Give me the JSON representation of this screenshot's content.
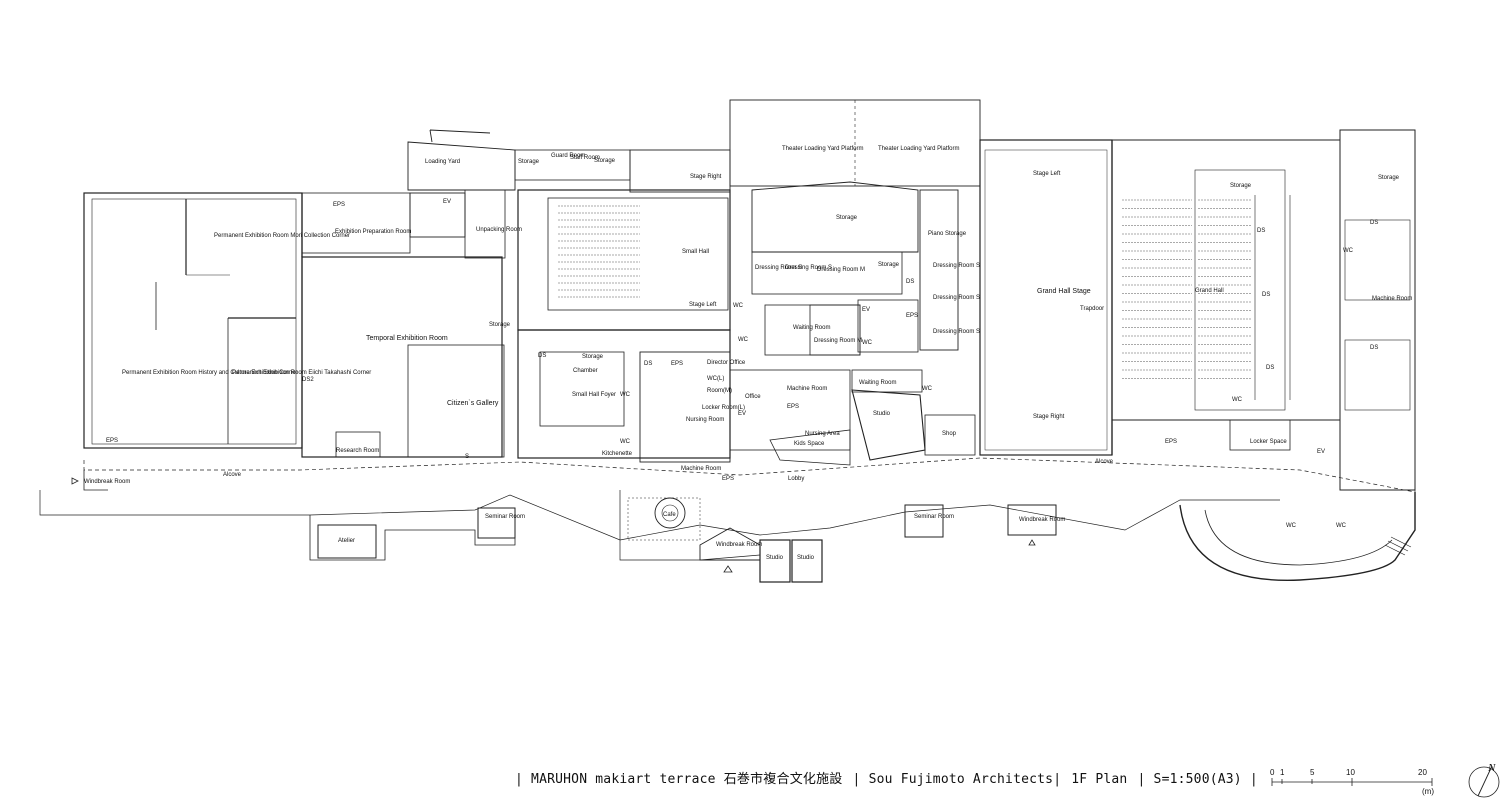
{
  "rooms": [
    {
      "label": "Loading Yard"
    },
    {
      "label": "Storage"
    },
    {
      "label": "Guard Room"
    },
    {
      "label": "Staff Room"
    },
    {
      "label": "Storage"
    },
    {
      "label": "Stage Right"
    },
    {
      "label": "Theater Loading Yard Platform"
    },
    {
      "label": "Theater Loading Yard Platform"
    },
    {
      "label": "Stage Left"
    },
    {
      "label": "Storage"
    },
    {
      "label": "Storage"
    },
    {
      "label": "EPS"
    },
    {
      "label": "EV"
    },
    {
      "label": "Exhibition Preparation Room"
    },
    {
      "label": "Unpacking Room"
    },
    {
      "label": "Permanent Exhibition Room Mori Collection Corner"
    },
    {
      "label": "Small Hall"
    },
    {
      "label": "Storage"
    },
    {
      "label": "Piano Storage"
    },
    {
      "label": "Dressing Room S"
    },
    {
      "label": "Dressing Room S"
    },
    {
      "label": "Dressing Room M"
    },
    {
      "label": "Storage"
    },
    {
      "label": "Dressing Room S"
    },
    {
      "label": "DS"
    },
    {
      "label": "Stage Left"
    },
    {
      "label": "WC"
    },
    {
      "label": "Dressing Room S"
    },
    {
      "label": "Dressing Room S"
    },
    {
      "label": "EV"
    },
    {
      "label": "EPS"
    },
    {
      "label": "Waiting Room"
    },
    {
      "label": "Dressing Room M"
    },
    {
      "label": "WC"
    },
    {
      "label": "WC"
    },
    {
      "label": "Grand Hall Stage"
    },
    {
      "label": "Trapdoor"
    },
    {
      "label": "Grand Hall"
    },
    {
      "label": "DS"
    },
    {
      "label": "DS"
    },
    {
      "label": "DS"
    },
    {
      "label": "Machine Room"
    },
    {
      "label": "DS"
    },
    {
      "label": "DS"
    },
    {
      "label": "WC"
    },
    {
      "label": "Temporal Exhibition Room"
    },
    {
      "label": "Storage"
    },
    {
      "label": "DS"
    },
    {
      "label": "Storage"
    },
    {
      "label": "Chamber"
    },
    {
      "label": "DS"
    },
    {
      "label": "EPS"
    },
    {
      "label": "Director Office"
    },
    {
      "label": "WC(L)"
    },
    {
      "label": "Office"
    },
    {
      "label": "Waiting Room"
    },
    {
      "label": "WC"
    },
    {
      "label": "Permanent Exhibition Room History and Culture Exhibition Corner"
    },
    {
      "label": "Permanent Exhibition Room Eiichi Takahashi Corner"
    },
    {
      "label": "DS2"
    },
    {
      "label": "Citizen`s Gallery"
    },
    {
      "label": "Small Hall Foyer"
    },
    {
      "label": "WC"
    },
    {
      "label": "Room(M)"
    },
    {
      "label": "Locker Room(L)"
    },
    {
      "label": "EV"
    },
    {
      "label": "Machine Room"
    },
    {
      "label": "EPS"
    },
    {
      "label": "Studio"
    },
    {
      "label": "Shop"
    },
    {
      "label": "Stage Right"
    },
    {
      "label": "WC"
    },
    {
      "label": "Nursing Room"
    },
    {
      "label": "WC"
    },
    {
      "label": "Nursing Area"
    },
    {
      "label": "Kids Space"
    },
    {
      "label": "EPS"
    },
    {
      "label": "Locker Space"
    },
    {
      "label": "EV"
    },
    {
      "label": "Research Room"
    },
    {
      "label": "Kitchenette"
    },
    {
      "label": "Machine Room"
    },
    {
      "label": "Alcove"
    },
    {
      "label": "EPS"
    },
    {
      "label": "Alcove"
    },
    {
      "label": "Windbreak Room"
    },
    {
      "label": "Lobby"
    },
    {
      "label": "EPS"
    },
    {
      "label": "Cafe"
    },
    {
      "label": "Seminar Room"
    },
    {
      "label": "Seminar Room"
    },
    {
      "label": "Windbreak Room"
    },
    {
      "label": "Windbreak Room"
    },
    {
      "label": "Atelier"
    },
    {
      "label": "Studio"
    },
    {
      "label": "Studio"
    },
    {
      "label": "WC"
    },
    {
      "label": "WC"
    },
    {
      "label": "S"
    }
  ],
  "title_block": {
    "project": "| MARUHON makiart terrace 石巻市複合文化施設",
    "architect": "| Sou Fujimoto Architects|",
    "drawing": "1F Plan",
    "scale": "| S=1:500(A3) |"
  },
  "scale_bar": {
    "ticks": [
      "0",
      "1",
      "5",
      "10",
      "20"
    ],
    "unit": "(m)"
  },
  "north_arrow": {
    "label": "N",
    "icon": "north-arrow-icon"
  },
  "colors": {
    "line": "#222222",
    "light_line": "#888888",
    "background": "#ffffff"
  }
}
